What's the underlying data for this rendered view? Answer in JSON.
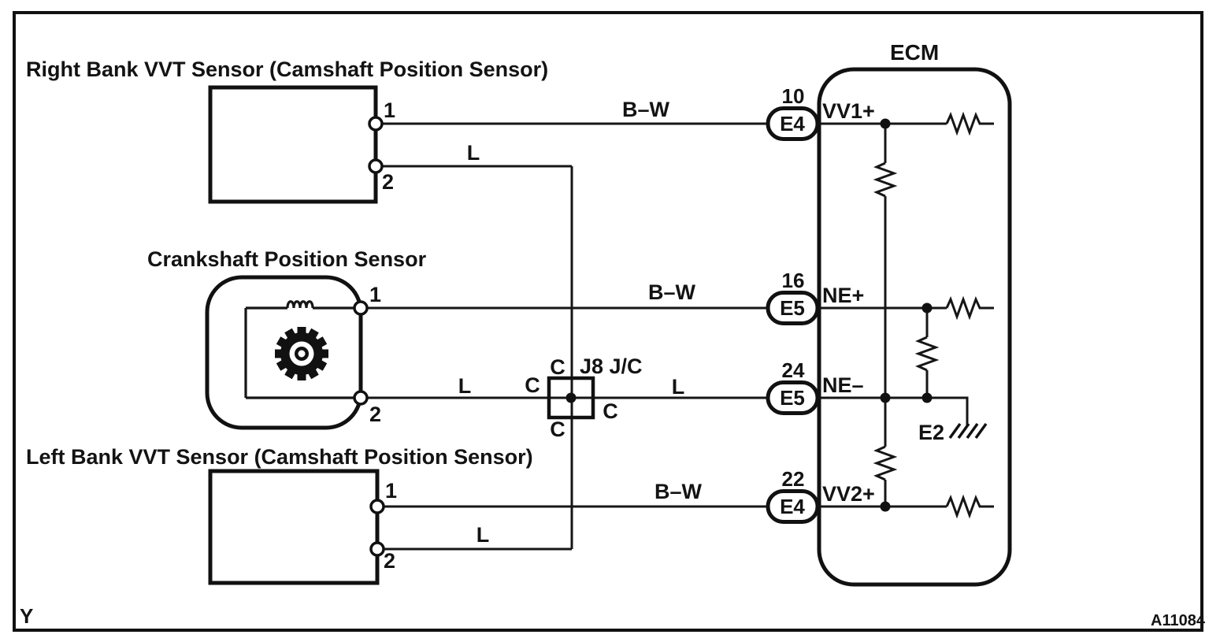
{
  "diagram": {
    "figure_id": "A11084",
    "corner_label": "Y",
    "ecm": {
      "label": "ECM",
      "ground_label": "E2",
      "connectors": [
        {
          "pin": "10",
          "code": "E4",
          "signal": "VV1+"
        },
        {
          "pin": "16",
          "code": "E5",
          "signal": "NE+"
        },
        {
          "pin": "24",
          "code": "E5",
          "signal": "NE–"
        },
        {
          "pin": "22",
          "code": "E4",
          "signal": "VV2+"
        }
      ]
    },
    "sensors": {
      "right_bank": {
        "title": "Right Bank VVT Sensor (Camshaft Position Sensor)",
        "pin1": "1",
        "pin2": "2"
      },
      "crankshaft": {
        "title": "Crankshaft Position Sensor",
        "pin1": "1",
        "pin2": "2"
      },
      "left_bank": {
        "title": "Left Bank VVT Sensor (Camshaft Position Sensor)",
        "pin1": "1",
        "pin2": "2"
      }
    },
    "junction": {
      "label": "J8 J/C",
      "c_top": "C",
      "c_left": "C",
      "c_right": "C",
      "c_bottom": "C"
    },
    "wire_labels": {
      "rb_bw": "B–W",
      "rb_l": "L",
      "crank_bw": "B–W",
      "crank_l_left": "L",
      "crank_l_right": "L",
      "lb_bw": "B–W",
      "lb_l": "L"
    }
  }
}
